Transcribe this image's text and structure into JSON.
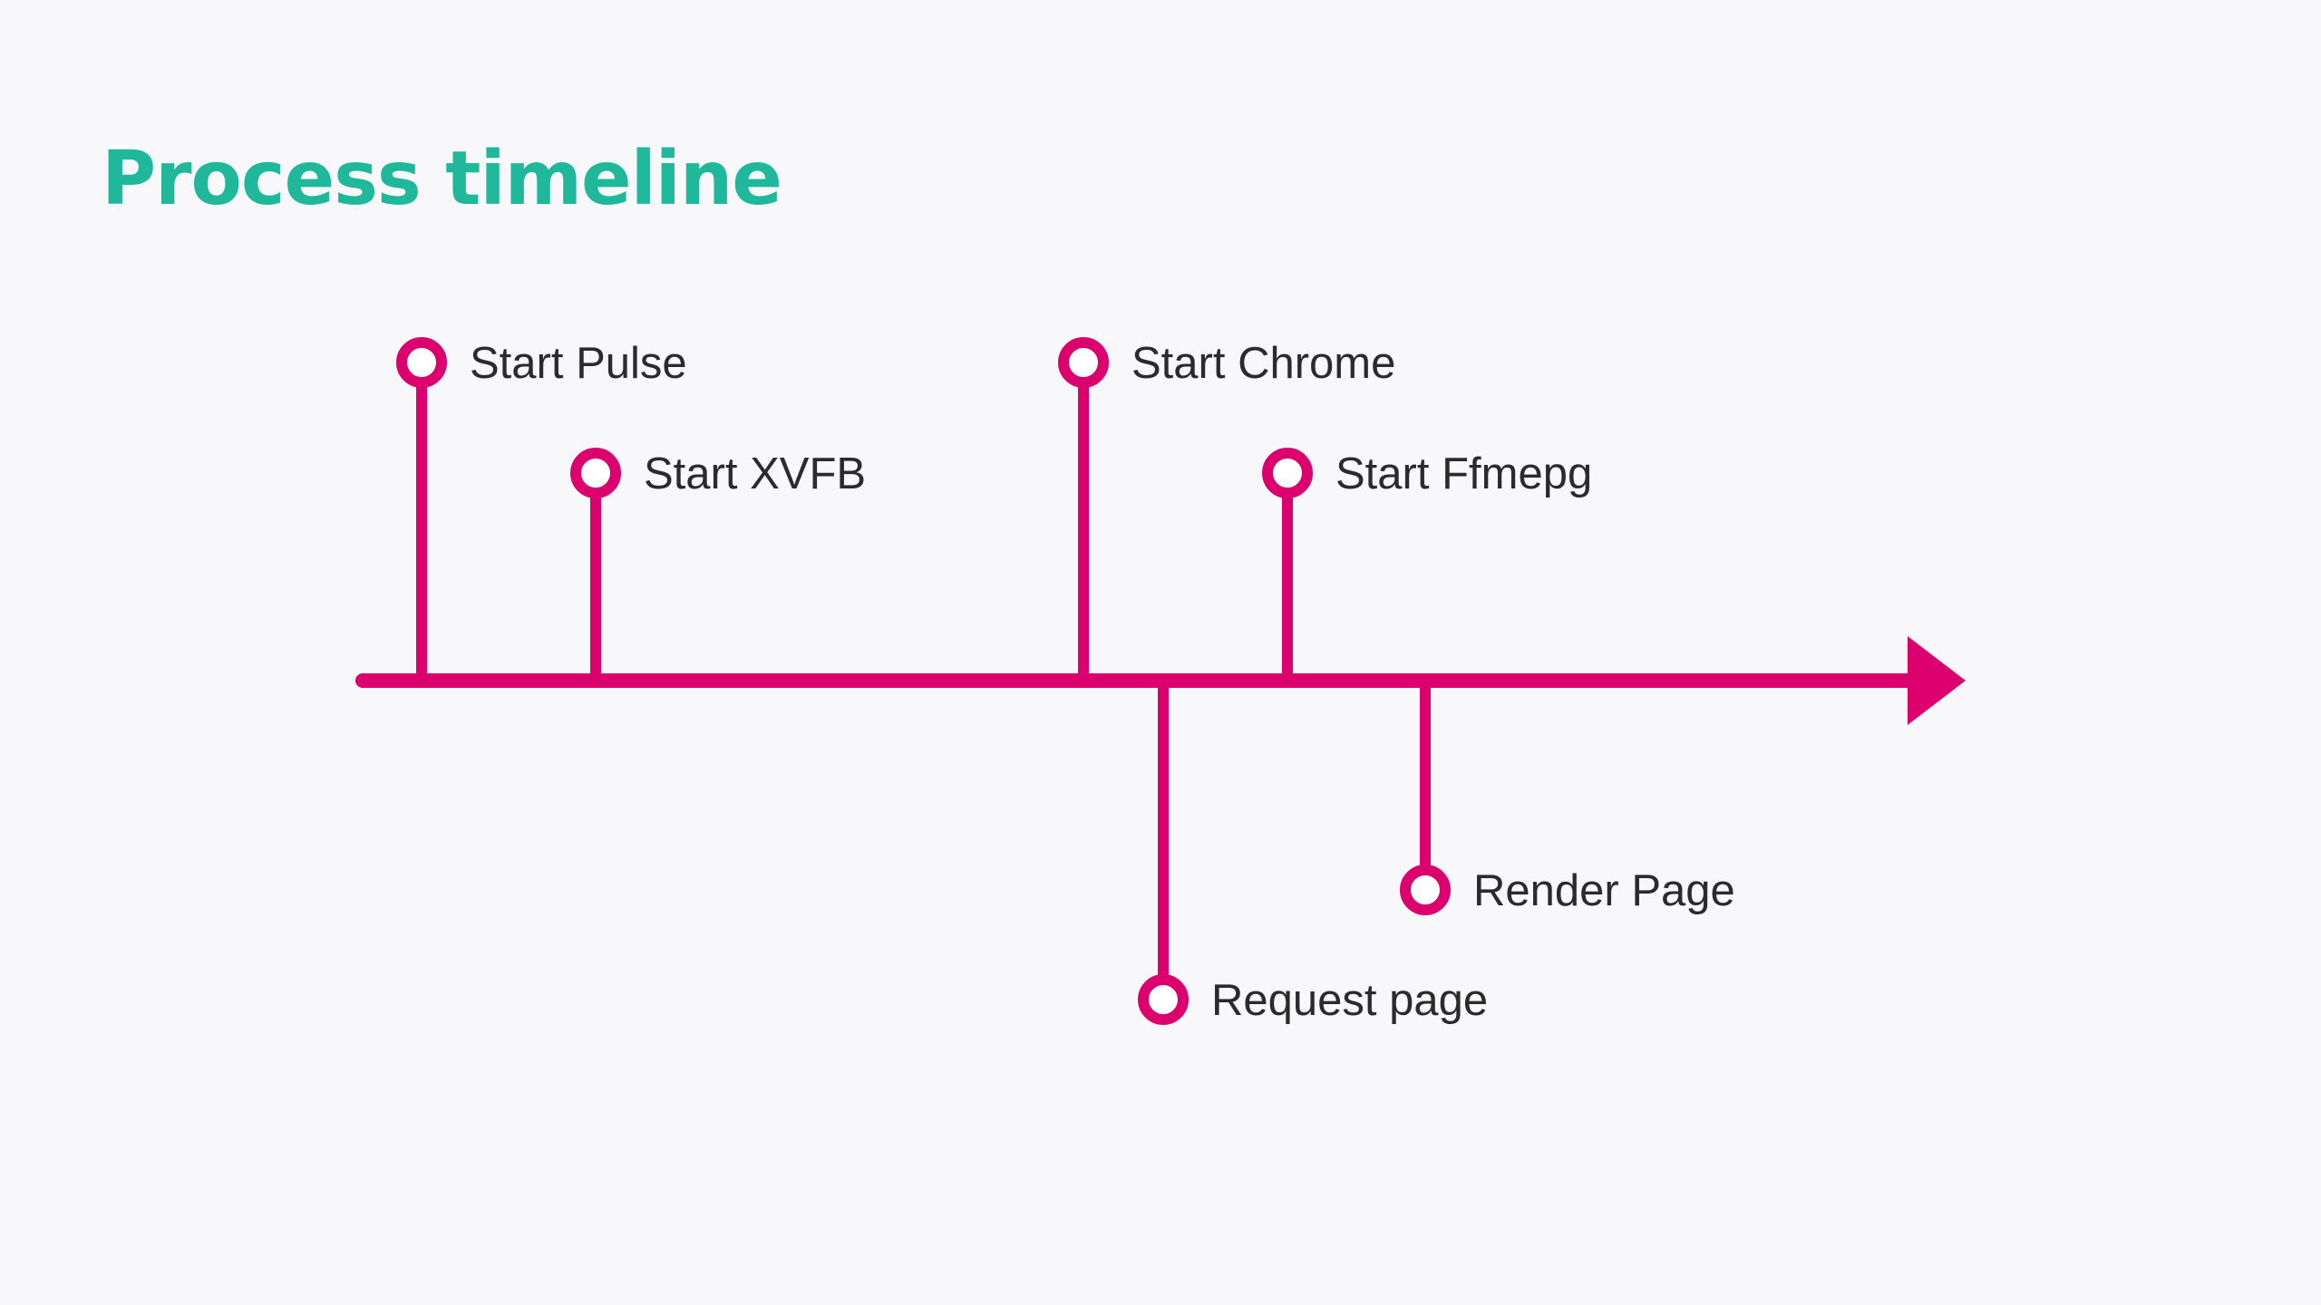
{
  "slide": {
    "title": "Process timeline"
  },
  "colors": {
    "title": "#1fb89b",
    "timeline": "#db006e",
    "label": "#2b2b2b",
    "background": "#f8f8fb"
  },
  "timeline": {
    "events": [
      {
        "id": "start-pulse",
        "label": "Start Pulse",
        "side": "above"
      },
      {
        "id": "start-xvfb",
        "label": "Start XVFB",
        "side": "above"
      },
      {
        "id": "start-chrome",
        "label": "Start Chrome",
        "side": "above"
      },
      {
        "id": "request-page",
        "label": "Request page",
        "side": "below"
      },
      {
        "id": "start-ffmepg",
        "label": "Start Ffmepg",
        "side": "above"
      },
      {
        "id": "render-page",
        "label": "Render Page",
        "side": "below"
      }
    ]
  }
}
